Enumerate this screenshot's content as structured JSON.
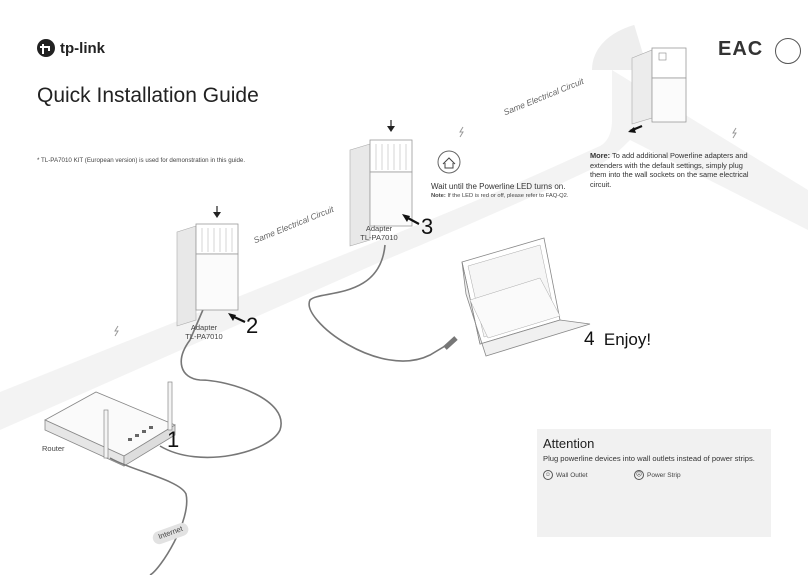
{
  "brand": {
    "name": "tp-link"
  },
  "certification": {
    "mark": "EAC"
  },
  "title": "Quick Installation Guide",
  "demo_note": "* TL-PA7010 KIT (European version) is used for demonstration in this guide.",
  "circuit_labels": {
    "left": "Same Electrical Circuit",
    "right": "Same Electrical Circuit"
  },
  "router": {
    "label": "Router",
    "internet_label": "Internet"
  },
  "steps": {
    "s1": {
      "number": "1"
    },
    "s2": {
      "number": "2",
      "device_line1": "Adapter",
      "device_line2": "TL-PA7010"
    },
    "s3": {
      "number": "3",
      "device_line1": "Adapter",
      "device_line2": "TL-PA7010",
      "instruction": "Wait until the Powerline LED turns on.",
      "note_label": "Note:",
      "note_text": "If the LED is red or off, please refer to FAQ-Q2."
    },
    "s4": {
      "number": "4",
      "text": "Enjoy!"
    }
  },
  "more": {
    "label": "More:",
    "text": "To add additional Powerline adapters and extenders with the default settings, simply plug them into the wall sockets on the same electrical circuit."
  },
  "attention": {
    "title": "Attention",
    "text": "Plug powerline devices into wall outlets instead of power strips.",
    "option_good": "Wall Outlet",
    "option_bad": "Power Strip"
  },
  "icons": [
    "tp-link-logo-icon",
    "eac-mark-icon",
    "ukraine-cert-icon",
    "house-led-icon",
    "lightning-icon"
  ]
}
